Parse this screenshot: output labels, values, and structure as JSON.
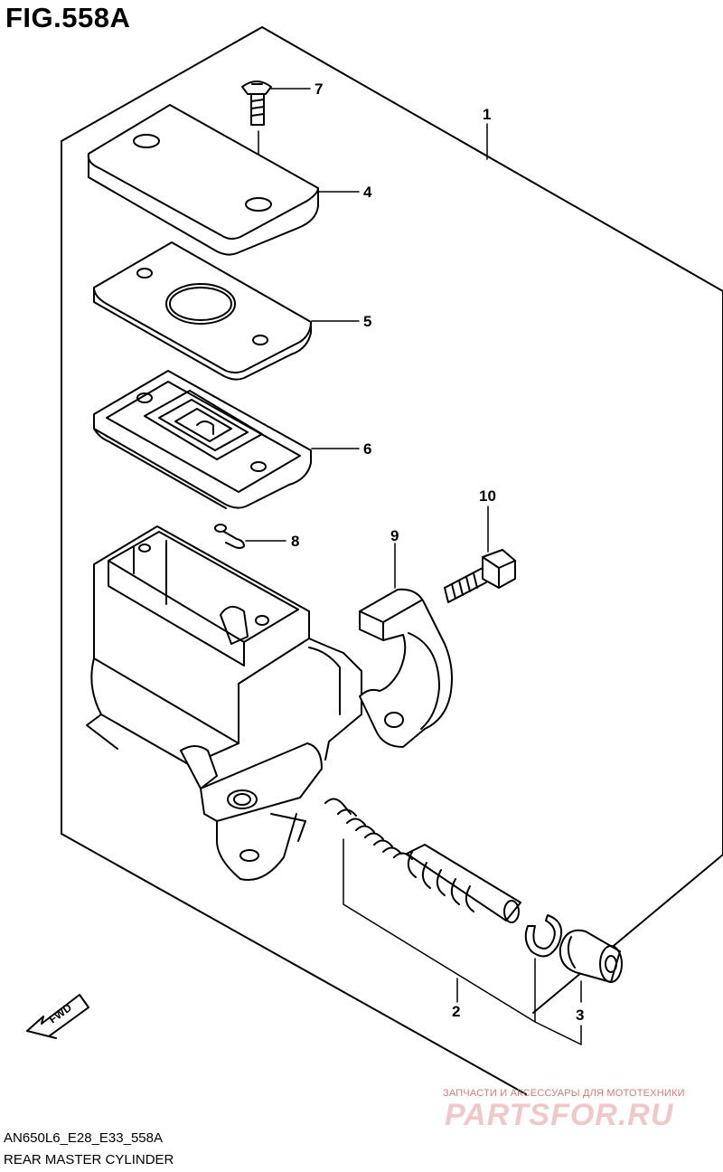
{
  "figure": {
    "title": "FIG.558A",
    "code": "AN650L6_E28_E33_558A",
    "caption": "REAR MASTER CYLINDER"
  },
  "callouts": [
    {
      "id": "part-1",
      "number": "1"
    },
    {
      "id": "part-2",
      "number": "2"
    },
    {
      "id": "part-3",
      "number": "3"
    },
    {
      "id": "part-4",
      "number": "4"
    },
    {
      "id": "part-5",
      "number": "5"
    },
    {
      "id": "part-6",
      "number": "6"
    },
    {
      "id": "part-7",
      "number": "7"
    },
    {
      "id": "part-8",
      "number": "8"
    },
    {
      "id": "part-9",
      "number": "9"
    },
    {
      "id": "part-10",
      "number": "10"
    }
  ],
  "fwd_arrow": {
    "label": "FWD"
  },
  "watermark": {
    "line1": "ЗАПЧАСТИ И АКСЕССУАРЫ ДЛЯ МОТОТЕХНИКИ",
    "line2": "PARTSFOR.RU"
  }
}
